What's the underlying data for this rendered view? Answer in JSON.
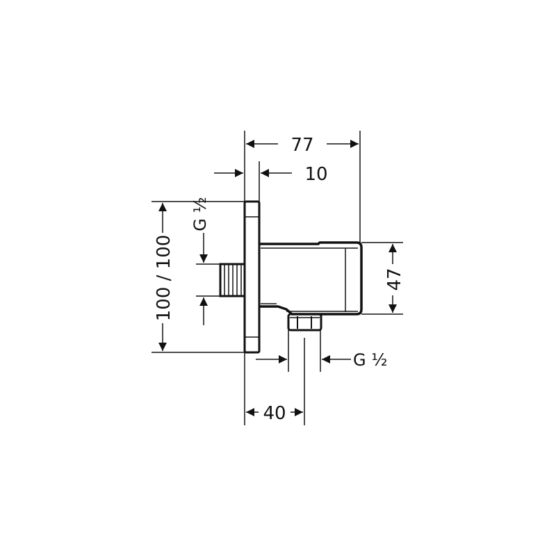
{
  "drawing": {
    "type": "technical-dimension-drawing",
    "subject": "wall outlet elbow (side view)",
    "stroke_color": "#111111",
    "background": "#ffffff"
  },
  "dimensions": {
    "overall_depth": {
      "value": "77",
      "orientation": "horizontal"
    },
    "flange_thickness": {
      "value": "10",
      "orientation": "horizontal"
    },
    "flange_size": {
      "value": "100 / 100",
      "orientation": "vertical"
    },
    "body_height": {
      "value": "47",
      "orientation": "vertical"
    },
    "outlet_offset": {
      "value": "40",
      "orientation": "horizontal"
    },
    "inlet_thread": {
      "value": "G ½",
      "orientation": "vertical"
    },
    "outlet_thread": {
      "value": "G ½",
      "orientation": "horizontal"
    }
  }
}
